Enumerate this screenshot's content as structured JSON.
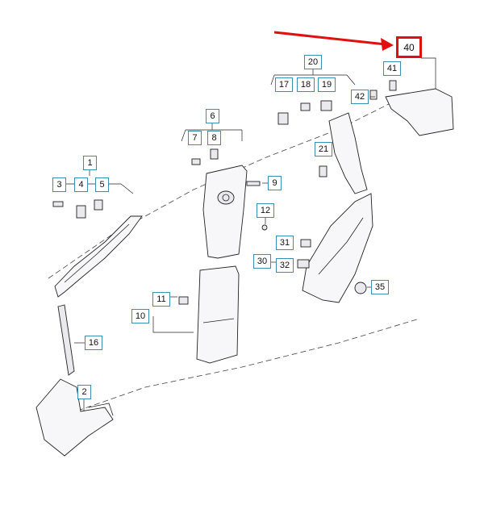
{
  "highlight": {
    "label": "40",
    "color": "#e01010"
  },
  "callouts": {
    "c1": "1",
    "c2": "2",
    "c3": "3",
    "c4": "4",
    "c5": "5",
    "c6": "6",
    "c7": "7",
    "c8": "8",
    "c9": "9",
    "c10": "10",
    "c11": "11",
    "c12": "12",
    "c16": "16",
    "c17": "17",
    "c18": "18",
    "c19": "19",
    "c20": "20",
    "c21": "21",
    "c30": "30",
    "c31": "31",
    "c32": "32",
    "c35": "35",
    "c41": "41",
    "c42": "42"
  },
  "colors": {
    "callout_border": "#3a8fb7",
    "arrow": "#e01010"
  }
}
